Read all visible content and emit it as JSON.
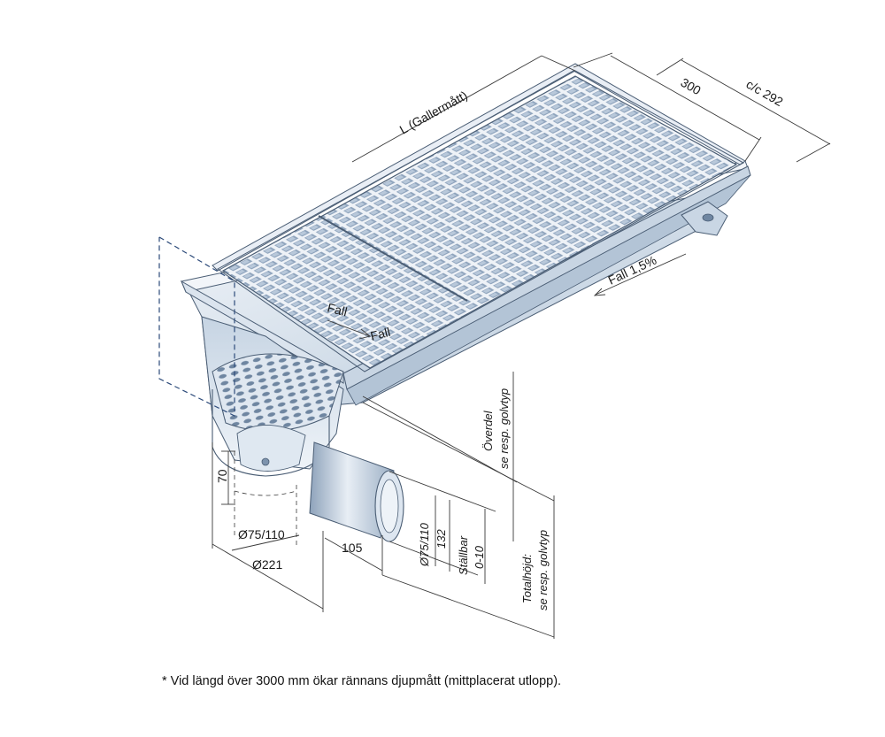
{
  "labels": {
    "length": "L (Gallermått)",
    "width": "300",
    "cc": "c/c 292",
    "fall_slope": "Fall 1,5%",
    "fall_1": "Fall",
    "fall_2": "Fall",
    "overdel_1": "Överdel",
    "overdel_2": "se resp. golvtyp",
    "dim_70": "70",
    "dim_d75_110_left": "Ø75/110",
    "dim_d221": "Ø221",
    "dim_105": "105",
    "dim_d75_110_right": "Ø75/110",
    "dim_132": "132",
    "stallbar_1": "Ställbar",
    "stallbar_2": "0-10",
    "totalhojd_1": "Totalhöjd:",
    "totalhojd_2": "se resp. golvtyp"
  },
  "footnote": "* Vid längd över 3000 mm ökar rännans djupmått (mittplacerat utlopp).",
  "colors": {
    "steel_light": "#e6edf5",
    "steel_mid": "#b9c9db",
    "steel_dark": "#7d93ad",
    "outline": "#4a5d74",
    "dash_blue": "#2d4b7a",
    "dimension": "#3a3a3a"
  }
}
